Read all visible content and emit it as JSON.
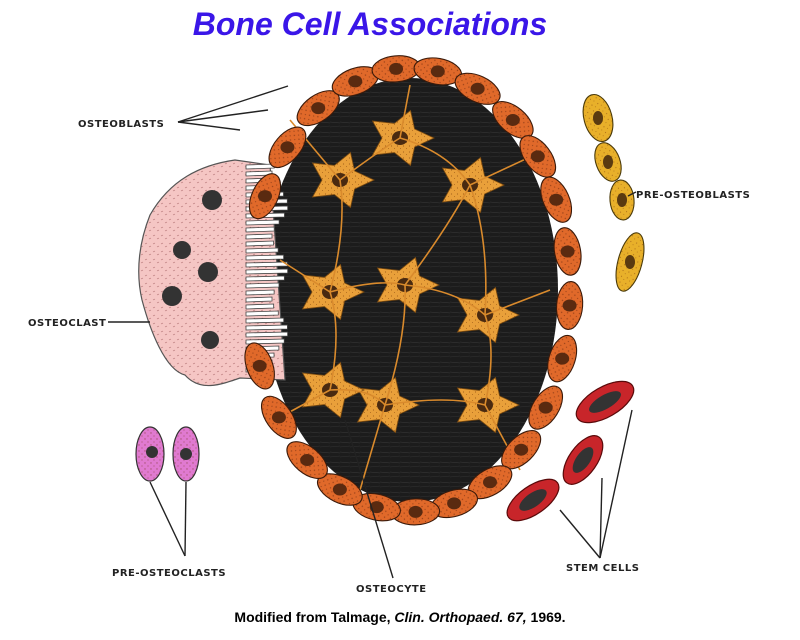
{
  "title": "Bone Cell Associations",
  "labels": {
    "osteoblasts": "OSTEOBLASTS",
    "pre_osteoblasts": "PRE-OSTEOBLASTS",
    "osteoclast": "OSTEOCLAST",
    "pre_osteoclasts": "PRE-OSTEOCLASTS",
    "osteocyte": "OSTEOCYTE",
    "stem_cells": "STEM CELLS"
  },
  "citation": {
    "prefix": "Modified from Talmage, ",
    "journal": "Clin. Orthopaed. 67,",
    "year": " 1969."
  },
  "colors": {
    "osteoblast": "#e0692a",
    "osteocyte": "#e9a03a",
    "matrix": "#1a1a1a",
    "osteoclast": "#f5c2c0",
    "pre_osteoblast": "#e8b02a",
    "pre_osteoclast": "#e07ad0",
    "stem_cell": "#c8252a",
    "title": "#3a16e8"
  }
}
